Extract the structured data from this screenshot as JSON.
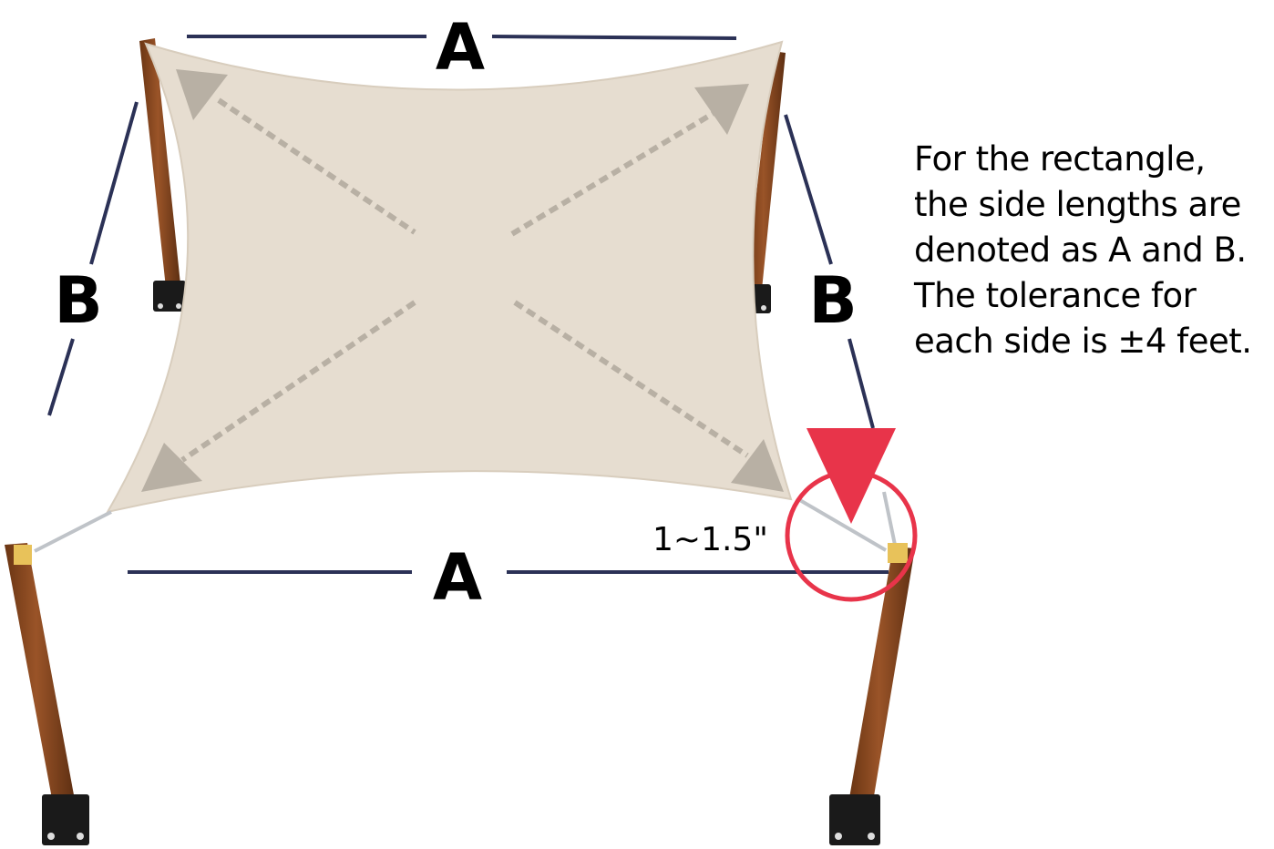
{
  "labels": {
    "side_a_top": "A",
    "side_a_bottom": "A",
    "side_b_left": "B",
    "side_b_right": "B",
    "gap": "1~1.5\""
  },
  "description_lines": [
    "For the rectangle,",
    "the side lengths are",
    "denoted as A and B.",
    "The tolerance for",
    "each side is ±4 feet."
  ],
  "colors": {
    "sail": "#e6ddd0",
    "post": "#8b4a22",
    "post_shadow": "#5e2f12",
    "dimension_line": "#2b3156",
    "arrow": "#b8b0a4",
    "highlight": "#e8344a"
  },
  "icons": {
    "bracket": "mounting-bracket-icon",
    "marker": "red-triangle-marker-icon",
    "circle": "red-circle-highlight-icon"
  }
}
